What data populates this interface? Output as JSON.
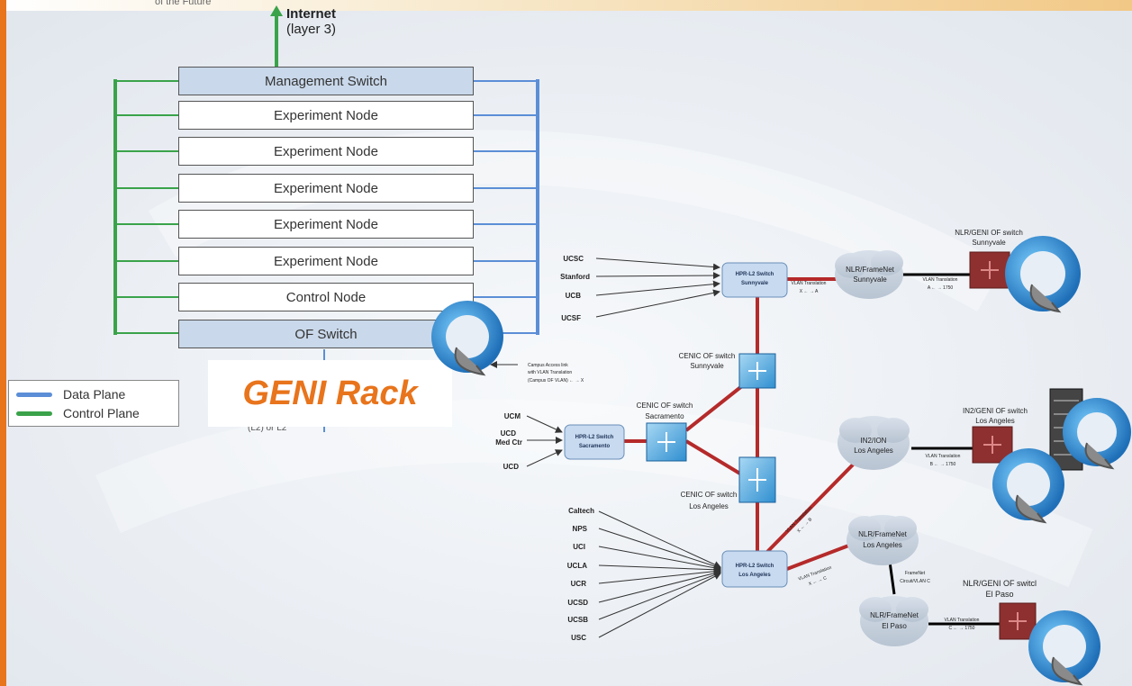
{
  "top_clip": "of the Future",
  "internet": {
    "title": "Internet",
    "subtitle": "(layer 3)"
  },
  "rack": {
    "management_switch": "Management Switch",
    "experiment_nodes": [
      "Experiment Node",
      "Experiment Node",
      "Experiment Node",
      "Experiment Node",
      "Experiment Node"
    ],
    "control_node": "Control Node",
    "of_switch": "OF Switch",
    "hidden_label": "(L2) or L2"
  },
  "legend": {
    "data_plane": "Data Plane",
    "control_plane": "Control Plane"
  },
  "geni_rack_label": "GENI Rack",
  "colors": {
    "accent": "#e8741c",
    "data_plane": "#5b8ed6",
    "control_plane": "#3aa34a",
    "link_red": "#b52a2a",
    "switch_fill": "#c7daf0"
  },
  "network": {
    "campus_access": [
      "Campus Access link",
      "with VLAN Translation",
      "(Campus OF VLAN) ← → X"
    ],
    "left_sites_sunnyvale": [
      "UCSC",
      "Stanford",
      "UCB",
      "UCSF"
    ],
    "left_sites_sacramento": [
      "UCM",
      "UCD",
      "Med Ctr",
      "UCD"
    ],
    "left_sites_la": [
      "Caltech",
      "NPS",
      "UCI",
      "UCLA",
      "UCR",
      "UCSD",
      "UCSB",
      "USC"
    ],
    "hpr_sunnyvale": [
      "HPR-L2 Switch",
      "Sunnyvale"
    ],
    "hpr_sacramento": [
      "HPR-L2 Switch",
      "Sacramento"
    ],
    "hpr_la": [
      "HPR-L2 Switch",
      "Los Angeles"
    ],
    "cenic_sunnyvale": [
      "CENIC OF switch",
      "Sunnyvale"
    ],
    "cenic_sacramento": [
      "CENIC OF switch",
      "Sacramento"
    ],
    "cenic_la": [
      "CENIC OF switch",
      "Los Angeles"
    ],
    "cloud_nlr_sunnyvale": [
      "NLR/FrameNet",
      "Sunnyvale"
    ],
    "cloud_in2": [
      "IN2/ION",
      "Los Angeles"
    ],
    "cloud_nlr_la": [
      "NLR/FrameNet",
      "Los Angeles"
    ],
    "cloud_nlr_elpaso": [
      "NLR/FrameNet",
      "El Paso"
    ],
    "nlr_geni_sunnyvale": [
      "NLR/GENI OF switch",
      "Sunnyvale"
    ],
    "in2_geni_la": [
      "IN2/GENI OF switch",
      "Los Angeles"
    ],
    "nlr_geni_elpaso": [
      "NLR/GENI OF switcl",
      "El Paso"
    ],
    "vlan_sunnyvale_1": [
      "VLAN Translation",
      "X ← → A"
    ],
    "vlan_sunnyvale_2": [
      "VLAN Translation",
      "A ← → 1750"
    ],
    "vlan_in2": [
      "VLAN Translation",
      "X ← → B"
    ],
    "vlan_in2_right": [
      "VLAN Translation",
      "B ← → 1750"
    ],
    "vlan_la": [
      "VLAN Translation",
      "X ← → C"
    ],
    "framenet_circuit": [
      "FrameNet",
      "Circuit/VLAN C"
    ],
    "vlan_elpaso": [
      "VLAN Translation",
      "C ← → 1750"
    ]
  }
}
